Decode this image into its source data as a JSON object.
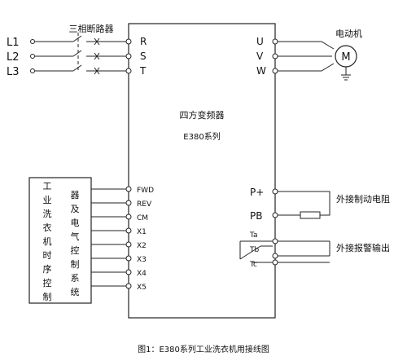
{
  "breaker": {
    "label": "三相断路器",
    "lines": [
      "L1",
      "L2",
      "L3"
    ]
  },
  "inverter": {
    "title": "四方变频器",
    "model": "E380系列"
  },
  "inputs_power": [
    "R",
    "S",
    "T"
  ],
  "outputs_motor": [
    "U",
    "V",
    "W"
  ],
  "motor": {
    "label": "电动机",
    "symbol": "M"
  },
  "control_terminals": [
    "FWD",
    "REV",
    "CM",
    "X1",
    "X2",
    "X3",
    "X4",
    "X5"
  ],
  "controller": {
    "left_column": [
      "工",
      "业",
      "洗",
      "衣",
      "机",
      "时",
      "序",
      "控",
      "制"
    ],
    "right_column": [
      "器",
      "及",
      "电",
      "气",
      "控",
      "制",
      "系",
      "统"
    ]
  },
  "brake": {
    "terminals": [
      "P+",
      "PB"
    ],
    "label": "外接制动电阻"
  },
  "alarm": {
    "terminals": [
      "Ta",
      "Tb",
      "Tc"
    ],
    "label": "外接报警输出"
  },
  "caption": "图1：E380系列工业洗衣机用接线图"
}
